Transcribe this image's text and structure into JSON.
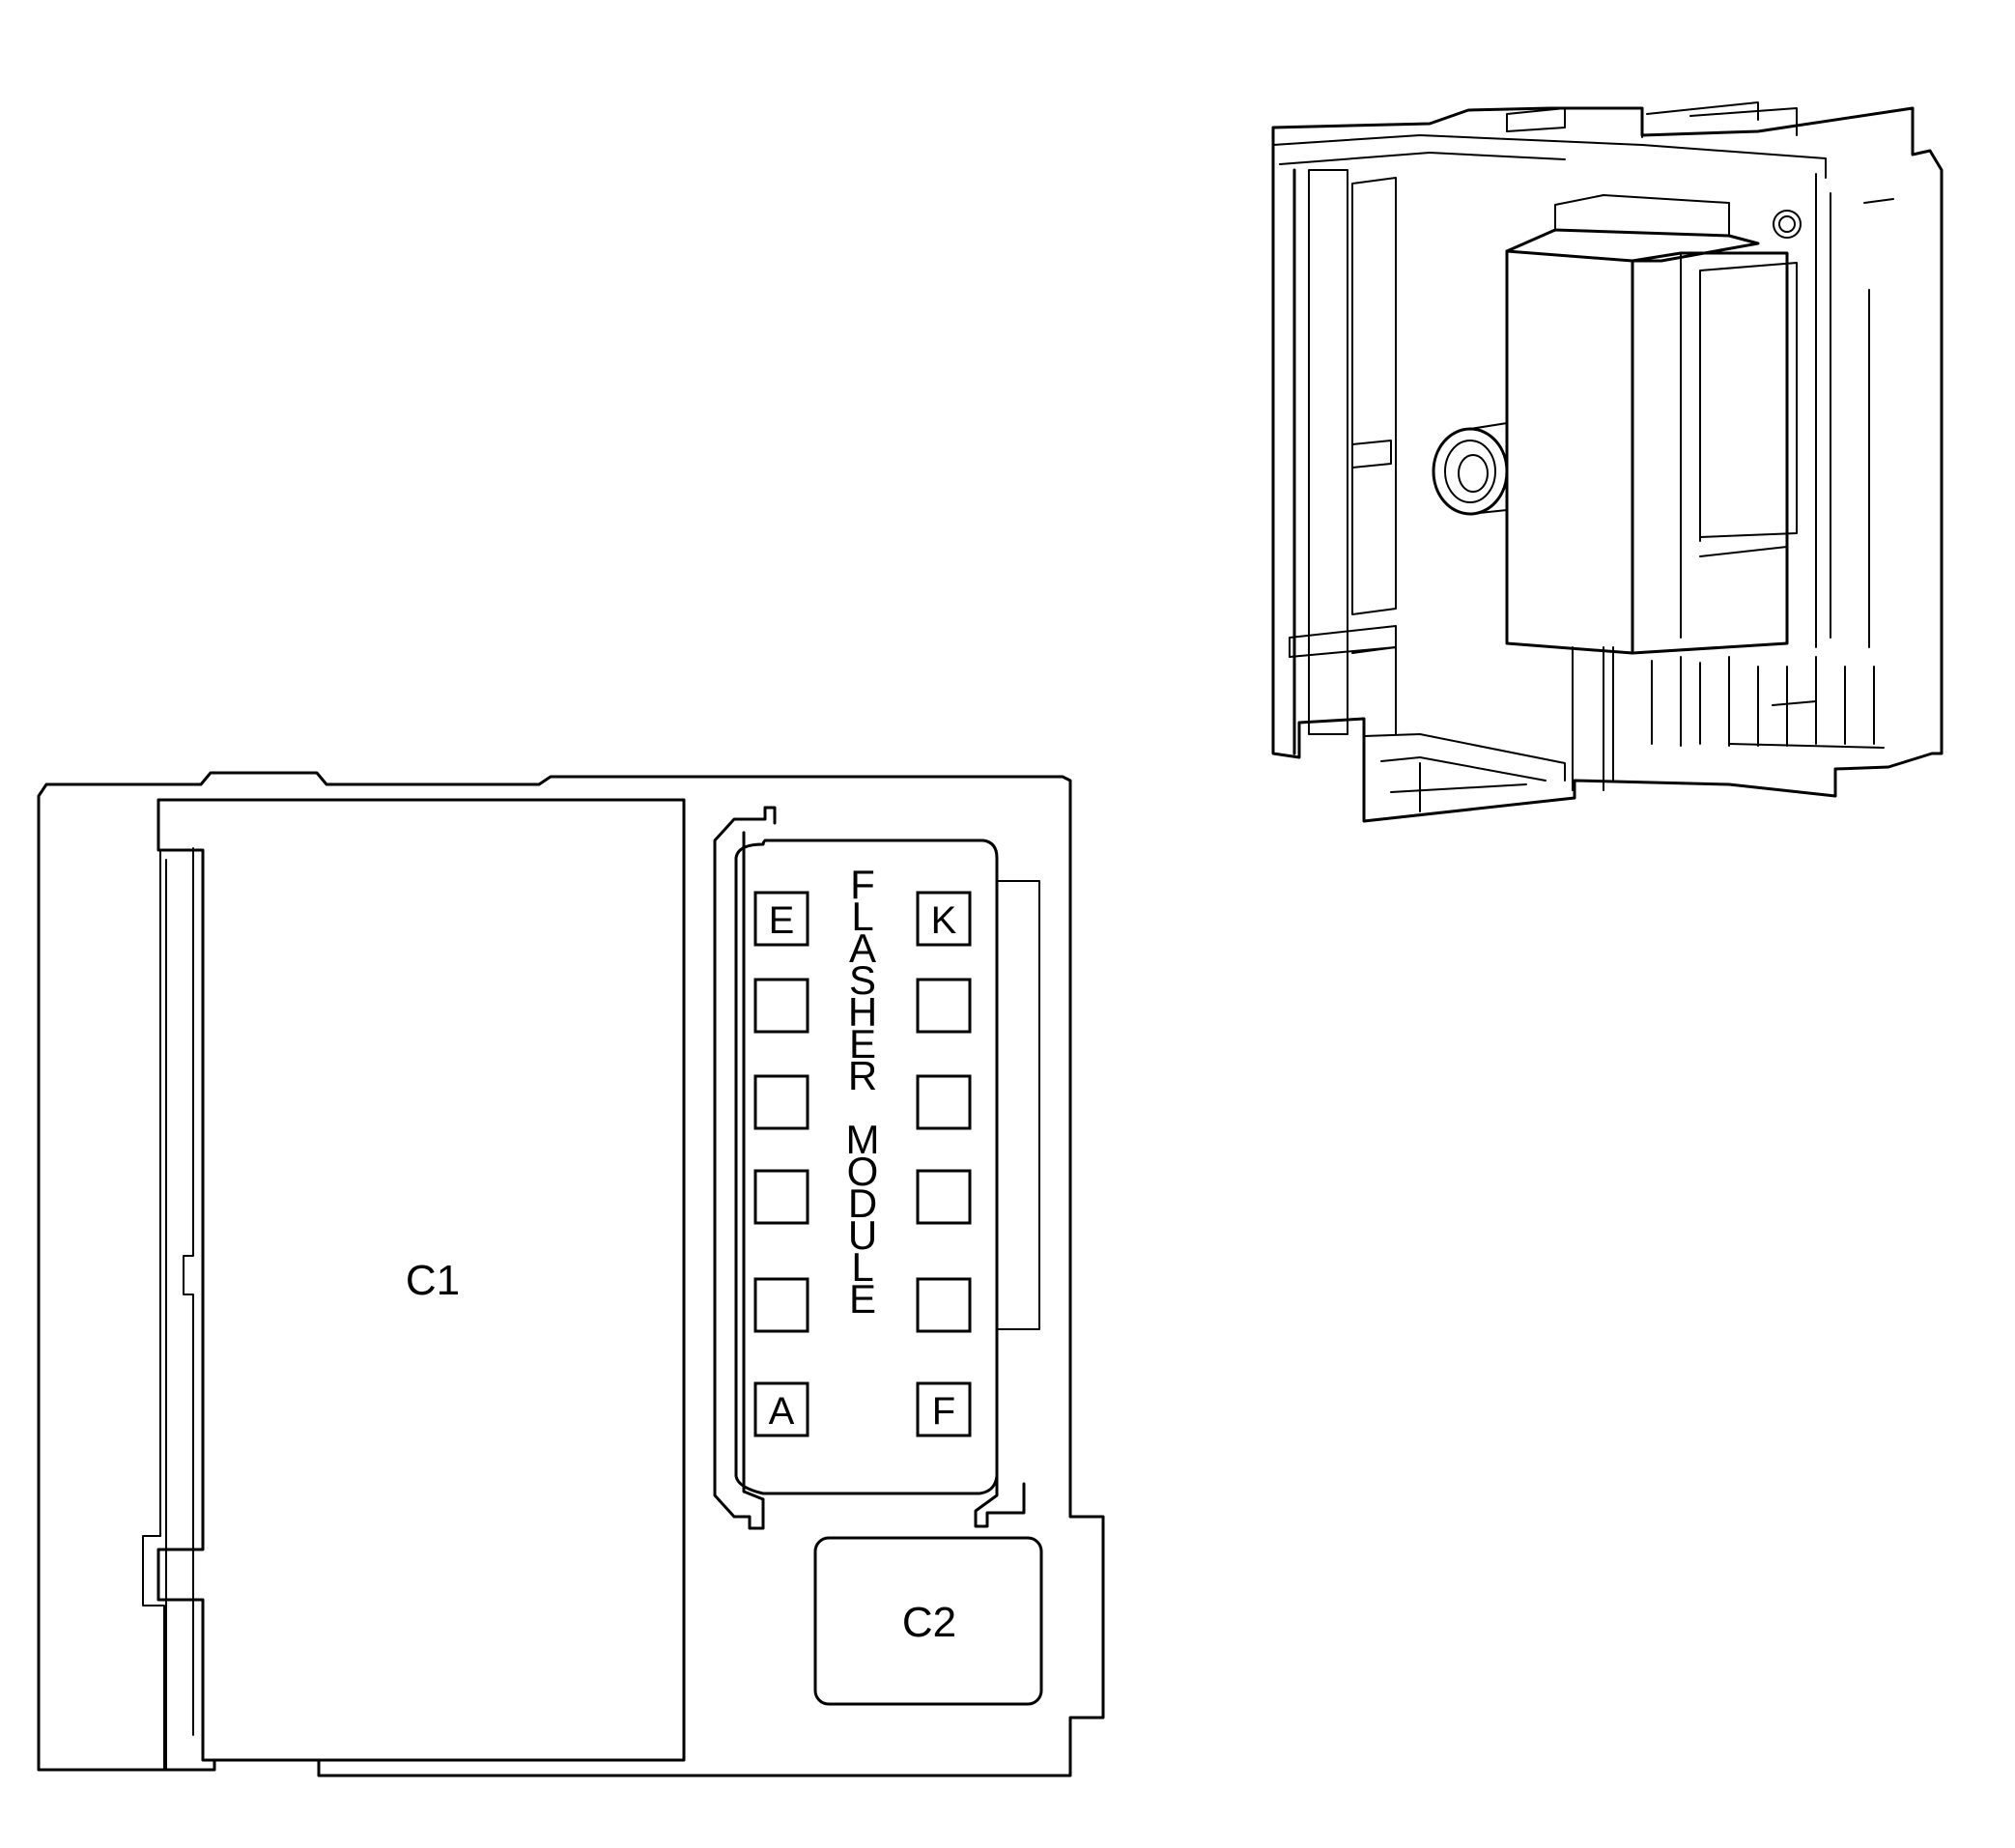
{
  "block": {
    "connector_1": "C1",
    "connector_2": "C2"
  },
  "module": {
    "name": "FLASHER MODULE",
    "pins_left": [
      "E",
      "",
      "",
      "",
      "",
      "A"
    ],
    "pins_right": [
      "K",
      "",
      "",
      "",
      "",
      "F"
    ]
  },
  "colors": {
    "line": "#000000",
    "background": "#ffffff"
  }
}
